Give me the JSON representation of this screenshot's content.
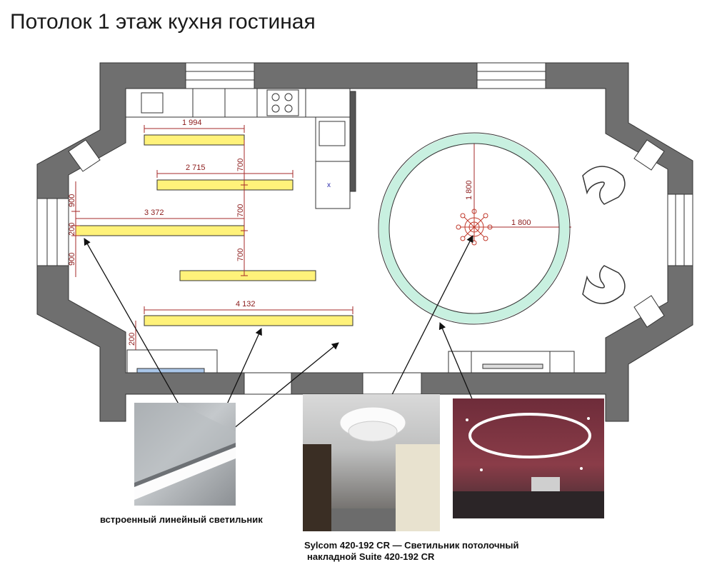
{
  "title": "Потолок 1 этаж кухня гостиная",
  "dimensions": {
    "strip1": "1 994",
    "strip2": "2 715",
    "strip3": "3 372",
    "strip4": "4 132",
    "gap_a": "700",
    "gap_b": "700",
    "gap_c": "700",
    "left_900_top": "900",
    "left_200": "200",
    "left_900_bottom": "900",
    "left_200_bottom": "200",
    "circle_vertical": "1 800",
    "circle_horizontal": "1 800"
  },
  "captions": {
    "linear": "встроенный линейный светильник",
    "chandelier_line1": "Sylcom 420-192 CR — Светильник потолочный",
    "chandelier_line2": "накладной Suite 420-192 CR"
  },
  "colors": {
    "wall": "#6f6f6f",
    "led_strip": "#fff27a",
    "ring": "#c8f0e0",
    "dim_line": "#a52a2a"
  }
}
